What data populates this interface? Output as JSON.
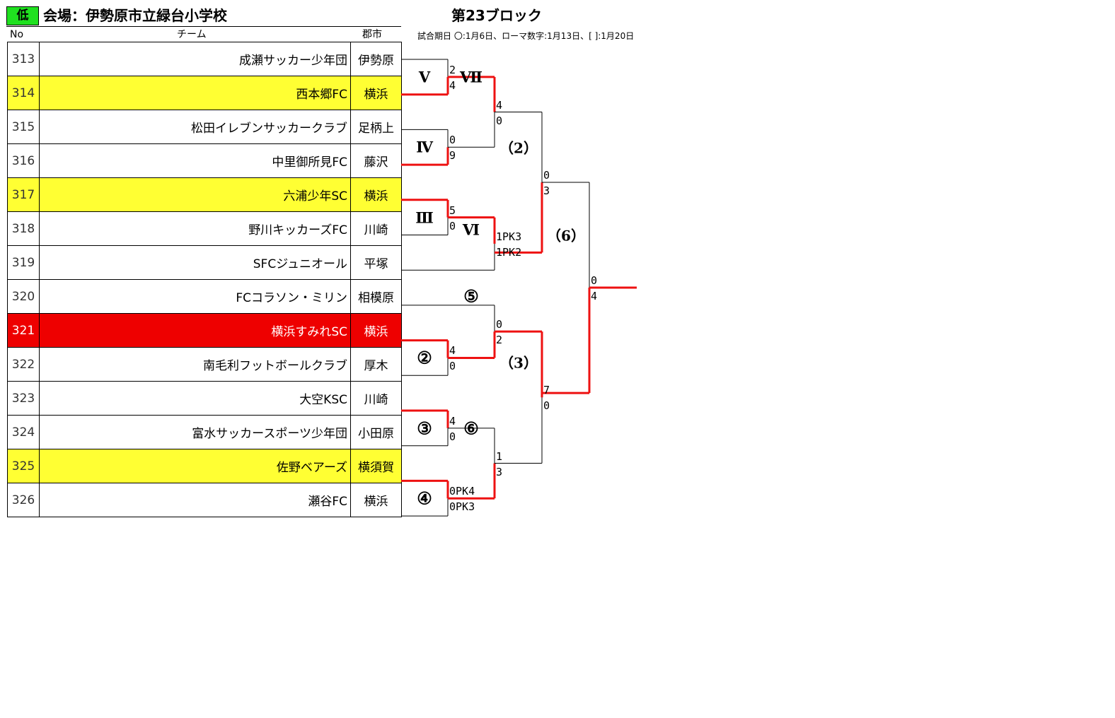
{
  "header": {
    "level_badge": "低",
    "venue": "会場：伊勢原市立緑台小学校",
    "block_title": "第23ブロック",
    "schedule_note": "試合期日 〇:1月6日、ローマ数字:1月13日、[ ]:1月20日"
  },
  "columns": {
    "no": "No",
    "team": "チーム",
    "city": "郡市"
  },
  "teams": [
    {
      "no": "313",
      "name": "成瀬サッカー少年団",
      "city": "伊勢原",
      "highlight": "none"
    },
    {
      "no": "314",
      "name": "西本郷FC",
      "city": "横浜",
      "highlight": "yellow"
    },
    {
      "no": "315",
      "name": "松田イレブンサッカークラブ",
      "city": "足柄上",
      "highlight": "none"
    },
    {
      "no": "316",
      "name": "中里御所見FC",
      "city": "藤沢",
      "highlight": "none"
    },
    {
      "no": "317",
      "name": "六浦少年SC",
      "city": "横浜",
      "highlight": "yellow"
    },
    {
      "no": "318",
      "name": "野川キッカーズFC",
      "city": "川崎",
      "highlight": "none"
    },
    {
      "no": "319",
      "name": "SFCジュニオール",
      "city": "平塚",
      "highlight": "none"
    },
    {
      "no": "320",
      "name": "FCコラソン・ミリン",
      "city": "相模原",
      "highlight": "none"
    },
    {
      "no": "321",
      "name": "横浜すみれSC",
      "city": "横浜",
      "highlight": "red"
    },
    {
      "no": "322",
      "name": "南毛利フットボールクラブ",
      "city": "厚木",
      "highlight": "none"
    },
    {
      "no": "323",
      "name": "大空KSC",
      "city": "川崎",
      "highlight": "none"
    },
    {
      "no": "324",
      "name": "富水サッカースポーツ少年団",
      "city": "小田原",
      "highlight": "none"
    },
    {
      "no": "325",
      "name": "佐野ベアーズ",
      "city": "横須賀",
      "highlight": "yellow"
    },
    {
      "no": "326",
      "name": "瀬谷FC",
      "city": "横浜",
      "highlight": "none"
    }
  ],
  "matches": [
    {
      "id": "m_V",
      "round_label": "Ⅴ",
      "score_top": "2",
      "score_bottom": "4",
      "winner": "bottom"
    },
    {
      "id": "m_IV",
      "round_label": "Ⅳ",
      "score_top": "0",
      "score_bottom": "9",
      "winner": "bottom"
    },
    {
      "id": "m_III",
      "round_label": "Ⅲ",
      "score_top": "5",
      "score_bottom": "0",
      "winner": "top"
    },
    {
      "id": "m_VI",
      "round_label": "Ⅵ",
      "score_top": "1PK3",
      "score_bottom": "1PK2",
      "winner": "top"
    },
    {
      "id": "m_VII",
      "round_label": "Ⅶ",
      "score_top": "4",
      "score_bottom": "0",
      "winner": "top"
    },
    {
      "id": "m_2",
      "round_label": "②",
      "score_top": "4",
      "score_bottom": "0",
      "winner": "top"
    },
    {
      "id": "m_5",
      "round_label": "⑤",
      "score_top": "0",
      "score_bottom": "2",
      "winner": "bottom"
    },
    {
      "id": "m_3",
      "round_label": "③",
      "score_top": "4",
      "score_bottom": "0",
      "winner": "top"
    },
    {
      "id": "m_4",
      "round_label": "④",
      "score_top": "0PK4",
      "score_bottom": "0PK3",
      "winner": "top"
    },
    {
      "id": "m_6",
      "round_label": "⑥",
      "score_top": "1",
      "score_bottom": "3",
      "winner": "bottom"
    },
    {
      "id": "m_p2",
      "round_label": "（2）",
      "score_top": "0",
      "score_bottom": "3",
      "winner": "bottom"
    },
    {
      "id": "m_p3",
      "round_label": "（3）",
      "score_top": "7",
      "score_bottom": "0",
      "winner": "top"
    },
    {
      "id": "m_p6",
      "round_label": "（6）",
      "score_top": "0",
      "score_bottom": "4",
      "winner": "bottom"
    }
  ],
  "colors": {
    "winner_line": "#ee1111",
    "loser_line": "#000000",
    "highlight_yellow": "#ffff33",
    "highlight_red": "#ee0000",
    "level_badge": "#20e020"
  }
}
